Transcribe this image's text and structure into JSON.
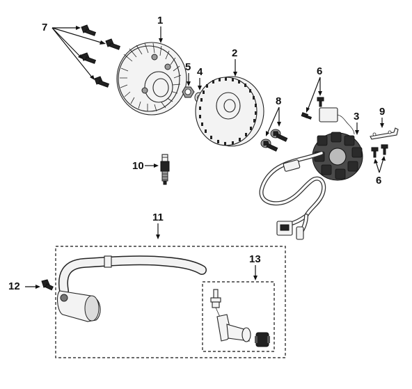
{
  "diagram": {
    "callouts": [
      {
        "id": "1",
        "label": "1"
      },
      {
        "id": "2",
        "label": "2"
      },
      {
        "id": "3",
        "label": "3"
      },
      {
        "id": "4",
        "label": "4"
      },
      {
        "id": "5",
        "label": "5"
      },
      {
        "id": "6a",
        "label": "6"
      },
      {
        "id": "6b",
        "label": "6"
      },
      {
        "id": "7",
        "label": "7"
      },
      {
        "id": "8",
        "label": "8"
      },
      {
        "id": "9",
        "label": "9"
      },
      {
        "id": "10",
        "label": "10"
      },
      {
        "id": "11",
        "label": "11"
      },
      {
        "id": "12",
        "label": "12"
      },
      {
        "id": "13",
        "label": "13"
      }
    ],
    "parts": [
      {
        "name": "flywheel-cooling-fan",
        "callout": "1"
      },
      {
        "name": "flywheel-rotor",
        "callout": "2"
      },
      {
        "name": "stator-assembly",
        "callout": "3"
      },
      {
        "name": "washer",
        "callout": "4"
      },
      {
        "name": "nut",
        "callout": "5"
      },
      {
        "name": "screw",
        "callout": "6"
      },
      {
        "name": "fan-bolt",
        "callout": "7"
      },
      {
        "name": "bolt",
        "callout": "8"
      },
      {
        "name": "clamp",
        "callout": "9"
      },
      {
        "name": "spark-plug",
        "callout": "10"
      },
      {
        "name": "ignition-coil-group",
        "callout": "11"
      },
      {
        "name": "coil-bolt",
        "callout": "12"
      },
      {
        "name": "plug-cap-group",
        "callout": "13"
      }
    ]
  }
}
